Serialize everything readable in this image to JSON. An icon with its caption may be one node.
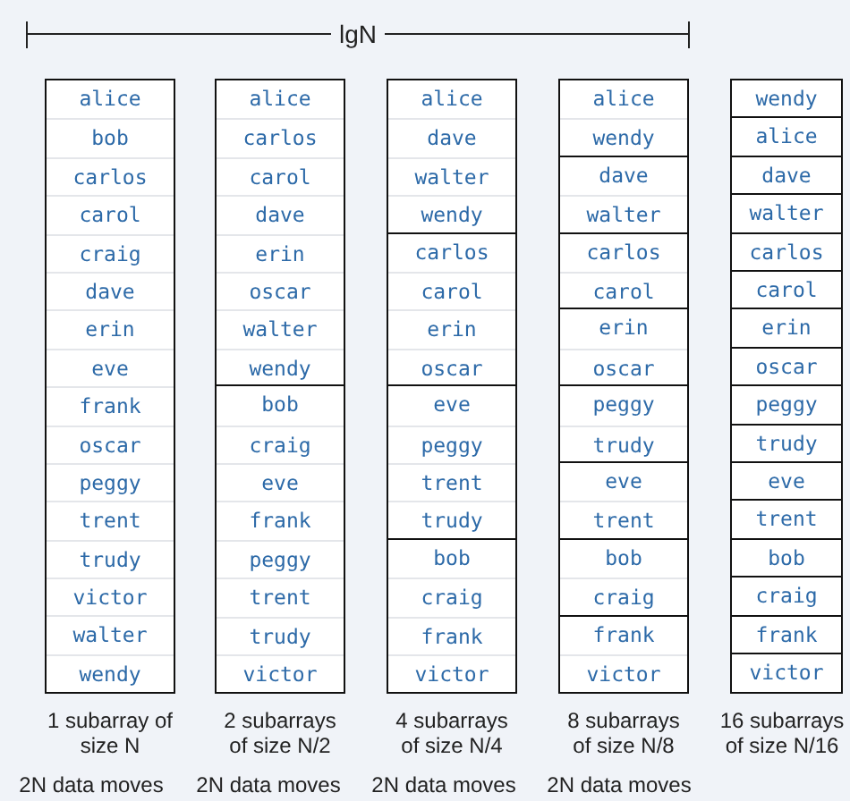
{
  "diagram": {
    "nodes": [
      {
        "text": [
          "alice",
          "bob",
          "carlos",
          "carol",
          "craig",
          "dave",
          "erin",
          "eve",
          "frank",
          "oscar",
          "peggy",
          "trent",
          "trudy",
          "victor",
          "walter",
          "wendy"
        ]
      },
      {
        "text": [
          "alice",
          "carlos",
          "carol",
          "dave",
          "erin",
          "oscar",
          "walter",
          "wendy"
        ]
      },
      {
        "text": [
          "bob",
          "craig",
          "eve",
          "frank",
          "peggy",
          "trent",
          "trudy",
          "victor"
        ]
      },
      {
        "text": [
          "alice",
          "dave",
          "walter",
          "wendy"
        ]
      },
      {
        "text": [
          "carlos",
          "carol",
          "erin",
          "oscar"
        ]
      },
      {
        "text": [
          "eve",
          "peggy",
          "trent",
          "trudy"
        ]
      },
      {
        "text": [
          "bob",
          "craig",
          "frank",
          "victor"
        ]
      },
      {
        "text": [
          "alice",
          "wendy"
        ]
      },
      {
        "text": [
          "dave",
          "walter"
        ]
      },
      {
        "text": [
          "carlos",
          "carol"
        ]
      },
      {
        "text": [
          "erin",
          "oscar"
        ]
      },
      {
        "text": [
          "peggy",
          "trudy"
        ]
      },
      {
        "text": [
          "eve",
          "trent"
        ]
      },
      {
        "text": [
          "bob",
          "craig"
        ]
      },
      {
        "text": [
          "frank",
          "victor"
        ]
      },
      {
        "text": [
          "wendy"
        ]
      },
      {
        "text": [
          "alice"
        ]
      },
      {
        "text": [
          "dave"
        ]
      },
      {
        "text": [
          "walter"
        ]
      },
      {
        "text": [
          "carlos"
        ]
      },
      {
        "text": [
          "carol"
        ]
      },
      {
        "text": [
          "erin"
        ]
      },
      {
        "text": [
          "oscar"
        ]
      },
      {
        "text": [
          "peggy"
        ]
      },
      {
        "text": [
          "trudy"
        ]
      },
      {
        "text": [
          "eve"
        ]
      },
      {
        "text": [
          "trent"
        ]
      },
      {
        "text": [
          "bob"
        ]
      },
      {
        "text": [
          "craig"
        ]
      },
      {
        "text": [
          "frank"
        ]
      },
      {
        "text": [
          "victor"
        ]
      }
    ],
    "labels": [
      "lgN",
      "1 subarray of size N",
      "2 subarrays of size N/2",
      "4 subarrays of size N/4",
      "8 subarrays of size N/8",
      "16 subarrays of size N/16",
      "2N data moves",
      "2N data moves",
      "2N data moves",
      "2N data moves"
    ]
  }
}
